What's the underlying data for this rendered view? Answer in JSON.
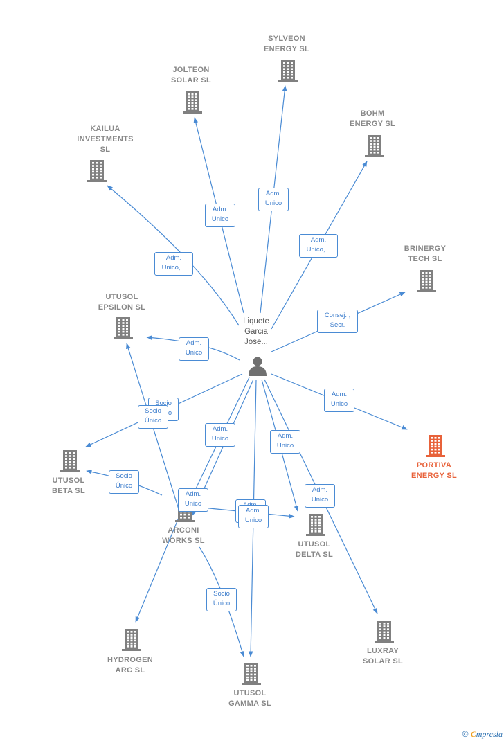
{
  "center": {
    "name": "Liquete\nGarcia\nJose..."
  },
  "nodes": [
    {
      "id": "sylveon",
      "label": [
        "SYLVEON",
        "ENERGY  SL"
      ]
    },
    {
      "id": "jolteon",
      "label": [
        "JOLTEON",
        "SOLAR  SL"
      ]
    },
    {
      "id": "bohm",
      "label": [
        "BOHM",
        "ENERGY  SL"
      ]
    },
    {
      "id": "kailua",
      "label": [
        "KAILUA",
        "INVESTMENTS",
        "SL"
      ]
    },
    {
      "id": "brinergy",
      "label": [
        "BRINERGY",
        "TECH  SL"
      ]
    },
    {
      "id": "epsilon",
      "label": [
        "UTUSOL",
        "EPSILON  SL"
      ]
    },
    {
      "id": "portiva",
      "label": [
        "PORTIVA",
        "ENERGY  SL"
      ],
      "highlight": true
    },
    {
      "id": "beta",
      "label": [
        "UTUSOL",
        "BETA  SL"
      ]
    },
    {
      "id": "arconi",
      "label": [
        "ARCONI",
        "WORKS  SL"
      ]
    },
    {
      "id": "delta",
      "label": [
        "UTUSOL",
        "DELTA  SL"
      ]
    },
    {
      "id": "hydrogen",
      "label": [
        "HYDROGEN",
        "ARC  SL"
      ]
    },
    {
      "id": "gamma",
      "label": [
        "UTUSOL",
        "GAMMA  SL"
      ]
    },
    {
      "id": "luxray",
      "label": [
        "LUXRAY",
        "SOLAR  SL"
      ]
    }
  ],
  "edge_labels": {
    "adm_unico": "Adm.\nUnico",
    "adm_unico_etc": "Adm.\nUnico,...",
    "consej_secr": "Consej. ,\nSecr.",
    "socio_unico": "Socio\nÚnico"
  },
  "colors": {
    "edge": "#4a8bd4",
    "building": "#808080",
    "highlight": "#e8623a"
  },
  "footer": {
    "copyright": "©",
    "brand_initial": "C",
    "brand_rest": "mpresia"
  }
}
